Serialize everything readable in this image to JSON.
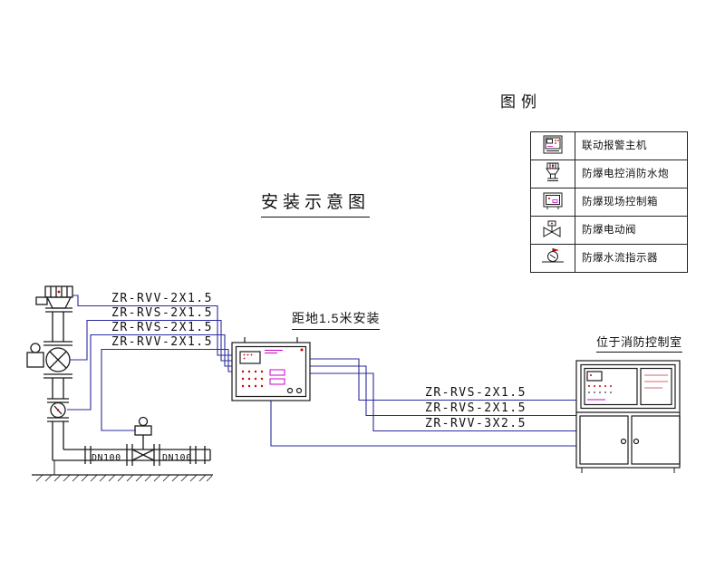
{
  "title": "安装示意图",
  "legend": {
    "title": "图例",
    "items": [
      {
        "name": "alarm-host",
        "label": "联动报警主机"
      },
      {
        "name": "water-cannon",
        "label": "防爆电控消防水炮"
      },
      {
        "name": "field-control-box",
        "label": "防爆现场控制箱"
      },
      {
        "name": "electric-valve",
        "label": "防爆电动阀"
      },
      {
        "name": "flow-indicator",
        "label": "防爆水流指示器"
      }
    ]
  },
  "annotations": {
    "panel_mount_height": "距地1.5米安装",
    "control_room_location": "位于消防控制室"
  },
  "cables": {
    "left": [
      "ZR-RVV-2X1.5",
      "ZR-RVS-2X1.5",
      "ZR-RVS-2X1.5",
      "ZR-RVV-2X1.5"
    ],
    "right": [
      "ZR-RVS-2X1.5",
      "ZR-RVS-2X1.5",
      "ZR-RVV-3X2.5"
    ]
  },
  "pipe": {
    "labels": [
      "DN100",
      "DN100"
    ]
  },
  "colors": {
    "line": "#1a1a1a",
    "wire": "#2a2a9e",
    "accent_red": "#cc0000",
    "accent_magenta": "#cc00cc"
  }
}
